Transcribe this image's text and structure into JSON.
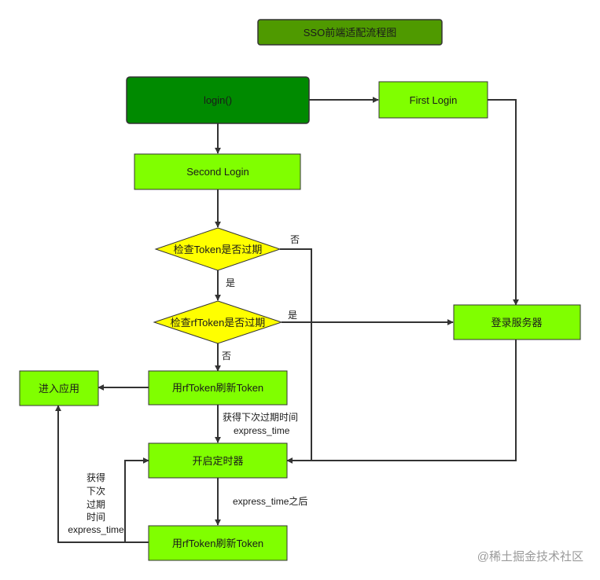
{
  "title": "SSO前端适配流程图",
  "nodes": {
    "login": "login()",
    "first_login": "First Login",
    "second_login": "Second Login",
    "check_token": "检查Token是否过期",
    "check_rftoken": "检查rfToken是否过期",
    "login_server": "登录服务器",
    "enter_app": "进入应用",
    "refresh_token_1": "用rfToken刷新Token",
    "start_timer": "开启定时器",
    "refresh_token_2": "用rfToken刷新Token"
  },
  "labels": {
    "no_1": "否",
    "yes_1": "是",
    "yes_2": "是",
    "no_2": "否",
    "get_next_expire_line1": "获得下次过期时间",
    "get_next_expire_line2": "express_time",
    "after_expire": "express_time之后",
    "side_line1": "获得",
    "side_line2": "下次",
    "side_line3": "过期",
    "side_line4": "时间",
    "side_line5": "express_time"
  },
  "watermark": "@稀土掘金技术社区",
  "colors": {
    "title_fill": "#4f9a00",
    "login_fill": "#008a00",
    "box_fill": "#80ff00",
    "diamond_fill": "#ffff00",
    "stroke": "#333333"
  }
}
